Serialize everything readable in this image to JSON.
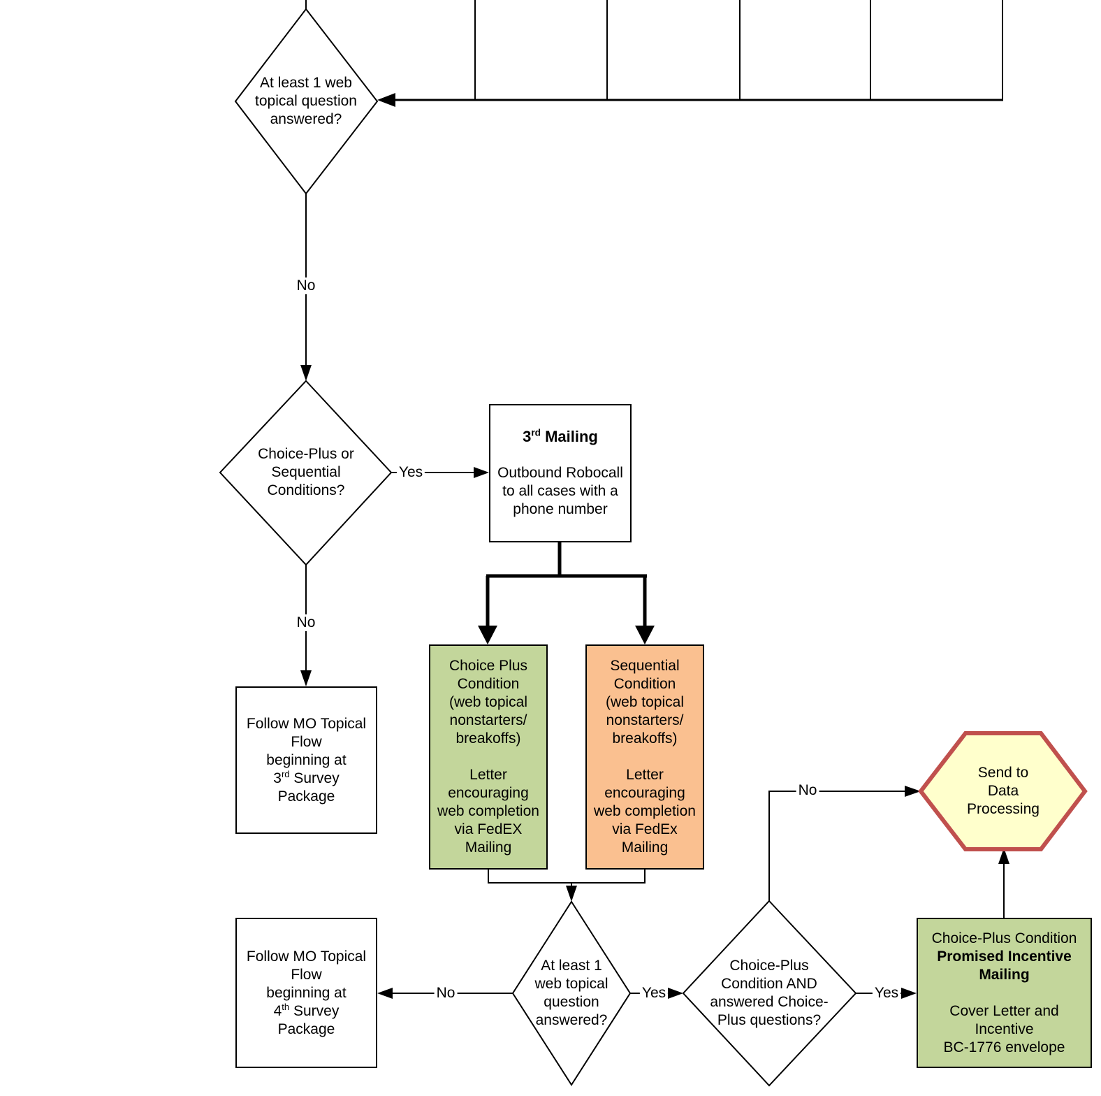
{
  "colors": {
    "green": "#c3d69b",
    "orange": "#fac090",
    "yellow_fill": "#ffffcc",
    "hex_border": "#c0504d",
    "line": "#000000"
  },
  "labels": {
    "yes": "Yes",
    "no": "No"
  },
  "nodes": {
    "decision_web_q1": {
      "text": "At least 1 web\ntopical question\nanswered?"
    },
    "decision_conditions": {
      "text": "Choice-Plus or\nSequential\nConditions?"
    },
    "third_mailing": {
      "title_base": "3",
      "title_sup": "rd",
      "title_rest": " Mailing",
      "body": "Outbound Robocall\nto all cases with a\nphone number"
    },
    "choice_plus_letter": {
      "text": "Choice Plus\nCondition\n(web topical\nnonstarters/\nbreakoffs)\n\nLetter\nencouraging\nweb completion\nvia FedEX\nMailing"
    },
    "sequential_letter": {
      "text": "Sequential\nCondition\n(web topical\nnonstarters/\nbreakoffs)\n\nLetter\nencouraging\nweb completion\nvia FedEx\nMailing"
    },
    "follow_mo_3rd": {
      "pre": "Follow MO Topical\nFlow\nbeginning at\n",
      "num": "3",
      "sup": "rd",
      "post": " Survey\nPackage"
    },
    "follow_mo_4th": {
      "pre": "Follow MO Topical\nFlow\nbeginning at\n",
      "num": "4",
      "sup": "th",
      "post": " Survey\nPackage"
    },
    "decision_web_q2": {
      "text": "At least 1\nweb topical\nquestion\nanswered?"
    },
    "decision_choice_plus_answered": {
      "text": "Choice-Plus\nCondition AND\nanswered Choice-\nPlus questions?"
    },
    "send_to_data_processing": {
      "text": "Send to\nData\nProcessing"
    },
    "promised_incentive": {
      "line1": "Choice-Plus Condition",
      "bold": "Promised Incentive\nMailing",
      "body": "Cover Letter and\nIncentive\nBC-1776 envelope"
    }
  }
}
